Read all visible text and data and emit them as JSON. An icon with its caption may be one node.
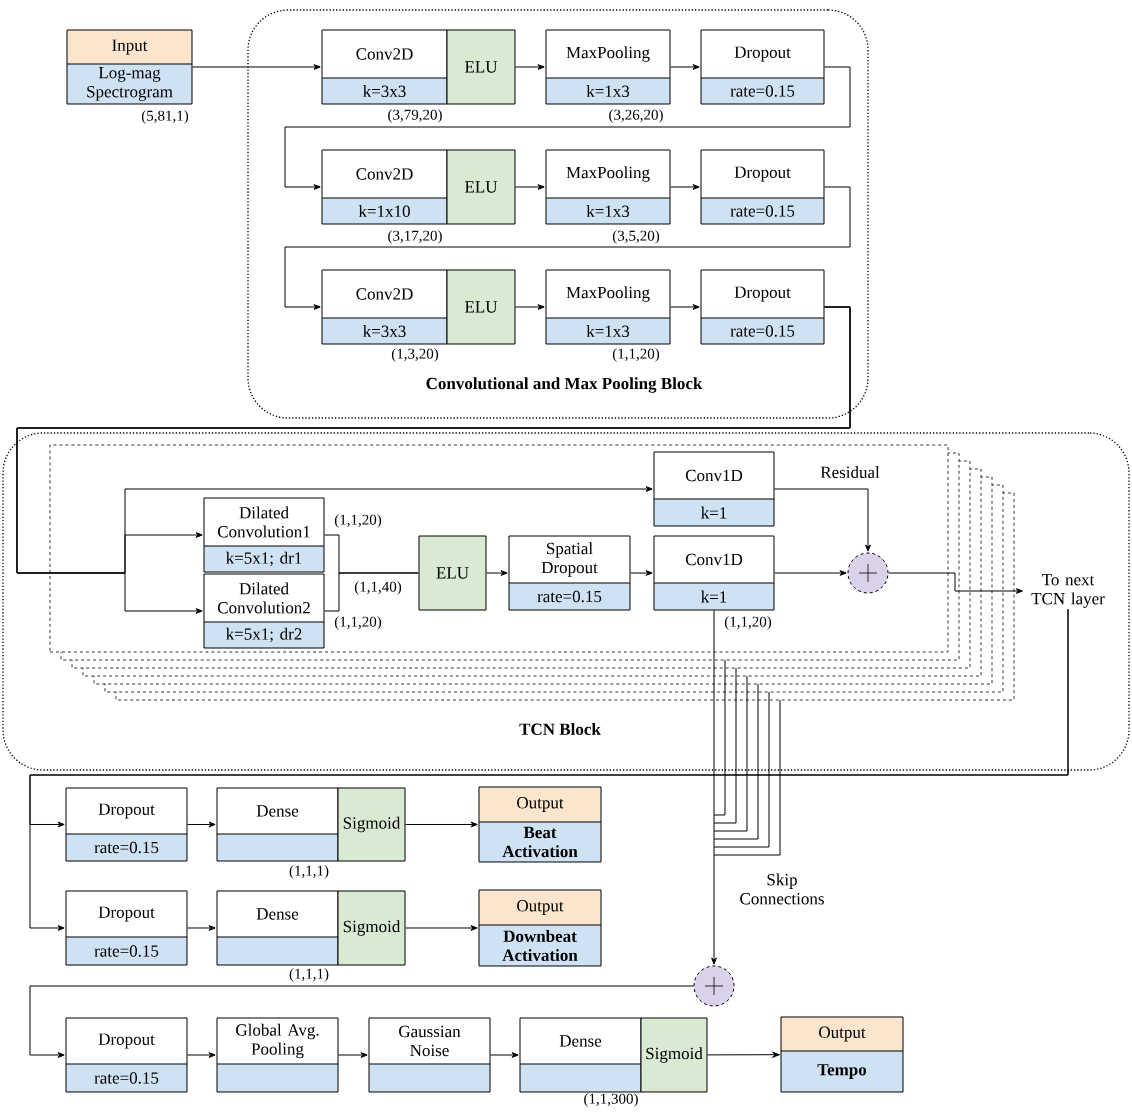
{
  "diagram": {
    "nodes": [
      {
        "text": [
          "Input",
          "Log-mag Spectrogram"
        ],
        "beside": [
          "(5,81,1)"
        ]
      },
      {
        "text": [
          "Convolutional and Max Pooling Block"
        ]
      },
      {
        "text": [
          "Conv2D",
          "k=3x3"
        ],
        "in": 1,
        "beside": [
          "(3,79,20)"
        ]
      },
      {
        "text": [
          "ELU"
        ],
        "in": 1
      },
      {
        "text": [
          "MaxPooling",
          "k=1x3"
        ],
        "in": 1,
        "beside": [
          "(3,26,20)"
        ]
      },
      {
        "text": [
          "Dropout",
          "rate=0.15"
        ],
        "in": 1
      },
      {
        "text": [
          "Conv2D",
          "k=1x10"
        ],
        "in": 1,
        "beside": [
          "(3,17,20)"
        ]
      },
      {
        "text": [
          "ELU"
        ],
        "in": 1
      },
      {
        "text": [
          "MaxPooling",
          "k=1x3"
        ],
        "in": 1,
        "beside": [
          "(3,5,20)"
        ]
      },
      {
        "text": [
          "Dropout",
          "rate=0.15"
        ],
        "in": 1
      },
      {
        "text": [
          "Conv2D",
          "k=3x3"
        ],
        "in": 1,
        "beside": [
          "(1,3,20)"
        ]
      },
      {
        "text": [
          "ELU"
        ],
        "in": 1
      },
      {
        "text": [
          "MaxPooling",
          "k=1x3"
        ],
        "in": 1,
        "beside": [
          "(1,1,20)"
        ]
      },
      {
        "text": [
          "Dropout",
          "rate=0.15"
        ],
        "in": 1
      },
      {
        "text": [
          "TCN Block"
        ]
      },
      {
        "text": [],
        "shape": "box",
        "in": 14
      },
      {
        "text": [
          "Dilated Convolution1",
          "k=5x1; dr1"
        ],
        "in": 15,
        "beside": [
          "(1,1,20)"
        ]
      },
      {
        "text": [
          "Dilated Convolution2",
          "k=5x1; dr2"
        ],
        "in": 15,
        "beside": [
          "(1,1,20)"
        ]
      },
      {
        "text": [
          "ELU"
        ],
        "in": 15
      },
      {
        "text": [
          "Spatial Dropout",
          "rate=0.15"
        ],
        "in": 15
      },
      {
        "text": [
          "Conv1D",
          "k=1"
        ],
        "in": 15
      },
      {
        "text": [
          "Conv1D",
          "k=1"
        ],
        "in": 15,
        "beside": [
          "(1,1,20)"
        ]
      },
      {
        "text": [],
        "shape": "circle",
        "in": 15
      },
      {
        "text": [
          "To next TCN layer"
        ],
        "in": 14
      },
      {
        "text": [
          "Dropout",
          "rate=0.15"
        ]
      },
      {
        "text": [
          "Dense"
        ],
        "beside": [
          "(1,1,1)"
        ]
      },
      {
        "text": [
          "Sigmoid"
        ]
      },
      {
        "text": [
          "Output",
          "Beat Activation"
        ]
      },
      {
        "text": [
          "Dropout",
          "rate=0.15"
        ]
      },
      {
        "text": [
          "Dense"
        ],
        "beside": [
          "(1,1,1)"
        ]
      },
      {
        "text": [
          "Sigmoid"
        ]
      },
      {
        "text": [
          "Output",
          "Downbeat Activation"
        ]
      },
      {
        "text": [],
        "shape": "circle"
      },
      {
        "text": [
          "Dropout",
          "rate=0.15"
        ]
      },
      {
        "text": [
          "Global Avg. Pooling"
        ]
      },
      {
        "text": [
          "Gaussian Noise"
        ]
      },
      {
        "text": [
          "Dense"
        ],
        "beside": [
          "(1,1,300)"
        ]
      },
      {
        "text": [
          "Sigmoid"
        ]
      },
      {
        "text": [
          "Output",
          "Tempo"
        ]
      }
    ],
    "edges": [
      {
        "from": 0,
        "to": 2,
        "arrow": "to"
      },
      {
        "from": 3,
        "to": 4,
        "arrow": "to"
      },
      {
        "from": 4,
        "to": 5,
        "arrow": "to"
      },
      {
        "from": 5,
        "to": 6,
        "arrow": "to"
      },
      {
        "from": 7,
        "to": 8,
        "arrow": "to"
      },
      {
        "from": 8,
        "to": 9,
        "arrow": "to"
      },
      {
        "from": 9,
        "to": 10,
        "arrow": "to"
      },
      {
        "from": 11,
        "to": 12,
        "arrow": "to"
      },
      {
        "from": 12,
        "to": 13,
        "arrow": "to"
      },
      {
        "from": 13,
        "to": 16,
        "arrow": "to"
      },
      {
        "from": 13,
        "to": 17,
        "arrow": "to"
      },
      {
        "from": 13,
        "to": 20,
        "arrow": "to"
      },
      {
        "from": 16,
        "to": 18,
        "arrow": "none"
      },
      {
        "from": 17,
        "to": 18,
        "arrow": "none"
      },
      {
        "from": 18,
        "to": 19,
        "arrow": "to"
      },
      {
        "from": 19,
        "to": 21,
        "arrow": "to"
      },
      {
        "from": 20,
        "to": 22,
        "arrow": "to",
        "label": "Residual"
      },
      {
        "from": 21,
        "to": 22,
        "arrow": "to"
      },
      {
        "from": 22,
        "to": 23,
        "arrow": "to"
      },
      {
        "from": 23,
        "to": 24,
        "arrow": "to"
      },
      {
        "from": 23,
        "to": 28,
        "arrow": "to"
      },
      {
        "from": 24,
        "to": 25,
        "arrow": "to"
      },
      {
        "from": 26,
        "to": 27,
        "arrow": "to"
      },
      {
        "from": 28,
        "to": 29,
        "arrow": "to"
      },
      {
        "from": 30,
        "to": 31,
        "arrow": "to"
      },
      {
        "from": 21,
        "to": 32,
        "arrow": "to",
        "label": "Skip Connections"
      },
      {
        "from": 32,
        "to": 33,
        "arrow": "to"
      },
      {
        "from": 33,
        "to": 34,
        "arrow": "to"
      },
      {
        "from": 34,
        "to": 35,
        "arrow": "to"
      },
      {
        "from": 35,
        "to": 36,
        "arrow": "to"
      },
      {
        "from": 37,
        "to": 38,
        "arrow": "to"
      }
    ],
    "labels": [
      "(1,1,40)"
    ]
  }
}
